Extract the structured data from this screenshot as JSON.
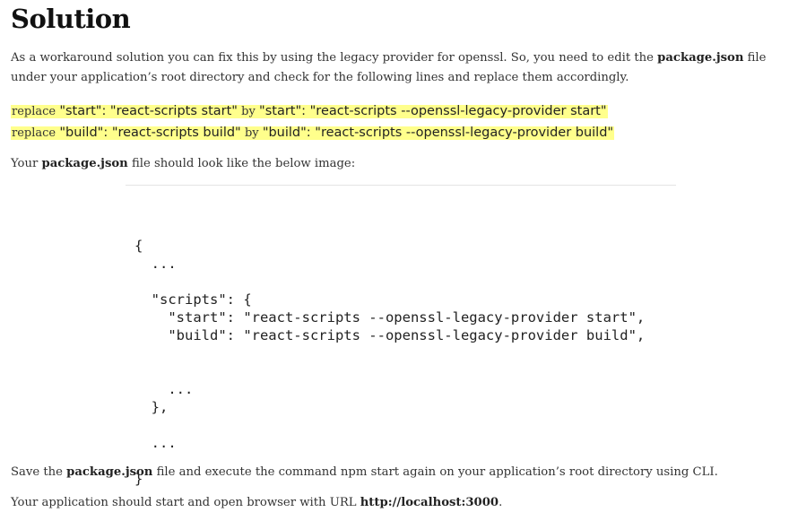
{
  "heading": "Solution",
  "intro": {
    "part1": "As a workaround solution you can fix this by using the legacy provider for openssl. So, you need to edit the ",
    "bold": "package.json",
    "part2": " file under your application’s root directory and check for the following lines and replace them accordingly."
  },
  "replacements": [
    {
      "word_replace": "replace",
      "old": "\"start\": \"react-scripts start\"",
      "word_by": "by",
      "new": "\"start\": \"react-scripts --openssl-legacy-provider start\""
    },
    {
      "word_replace": "replace",
      "old": "\"build\": \"react-scripts build\"",
      "word_by": "by",
      "new": "\"build\": \"react-scripts --openssl-legacy-provider build\""
    }
  ],
  "look": {
    "part1": "Your ",
    "bold": "package.json",
    "part2": " file should look like the below image:"
  },
  "code_lines": [
    "{",
    "  ...",
    "",
    "  \"scripts\": {",
    "    \"start\": \"react-scripts --openssl-legacy-provider start\",",
    "    \"build\": \"react-scripts --openssl-legacy-provider build\",",
    "",
    "",
    "    ...",
    "  },",
    "",
    "  ...",
    "",
    "}"
  ],
  "save": {
    "part1": "Save the ",
    "bold": "package.json",
    "part2": " file and execute the command npm start again on your application’s root directory using CLI."
  },
  "url_para": {
    "part1": "Your application should start and open browser with URL ",
    "bold": "http://localhost:3000",
    "part2": "."
  }
}
